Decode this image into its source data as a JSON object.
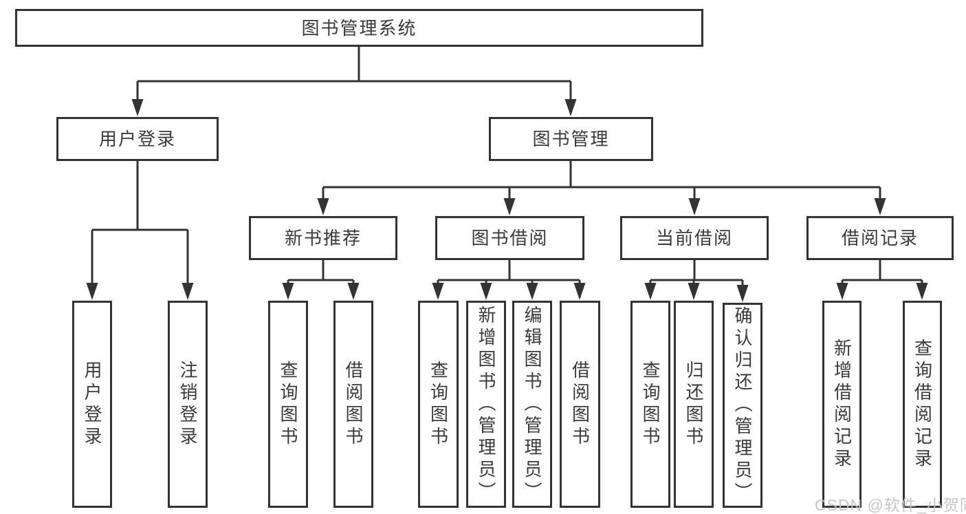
{
  "diagram": {
    "title": "图书管理系统",
    "root": "图书管理系统",
    "branches": [
      {
        "label": "用户登录",
        "children": [
          "用户登录",
          "注销登录"
        ]
      },
      {
        "label": "图书管理",
        "sections": [
          {
            "label": "新书推荐",
            "children": [
              "查询图书",
              "借阅图书"
            ]
          },
          {
            "label": "图书借阅",
            "children": [
              "查询图书",
              "新增图书（管理员）",
              "编辑图书（管理员）",
              "借阅图书"
            ]
          },
          {
            "label": "当前借阅",
            "children": [
              "查询图书",
              "归还图书",
              "确认归还（管理员）"
            ]
          },
          {
            "label": "借阅记录",
            "children": [
              "新增借阅记录",
              "查询借阅记录"
            ]
          }
        ]
      }
    ]
  },
  "watermark": "CSDN @软件_小贺同学",
  "colors": {
    "line": "#333333",
    "text": "#3a3a3a",
    "background": "#ffffff",
    "watermark": "#c2c2c2"
  }
}
